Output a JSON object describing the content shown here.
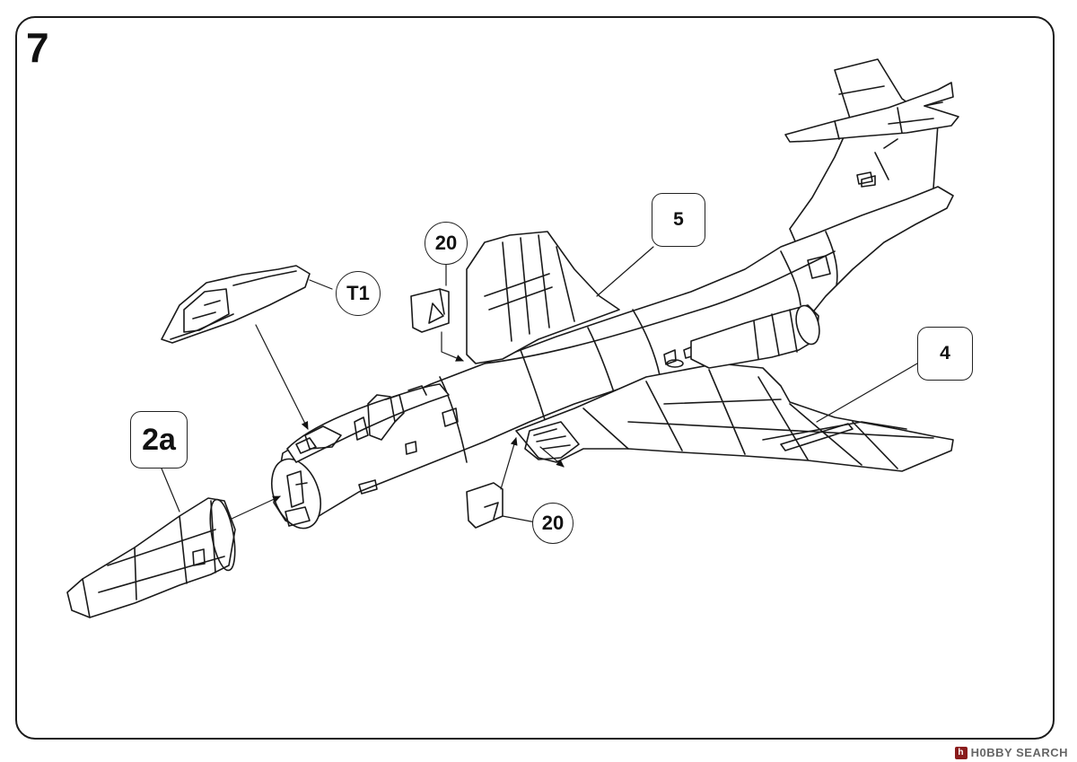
{
  "step_number": "7",
  "callouts": {
    "c_5": "5",
    "c_4": "4",
    "c_20_top": "20",
    "c_20_bottom": "20",
    "c_t1": "T1",
    "c_2a": "2a"
  },
  "watermark": "H0BBY SEARCH",
  "colors": {
    "line": "#1a1a1a",
    "background": "#ffffff"
  }
}
